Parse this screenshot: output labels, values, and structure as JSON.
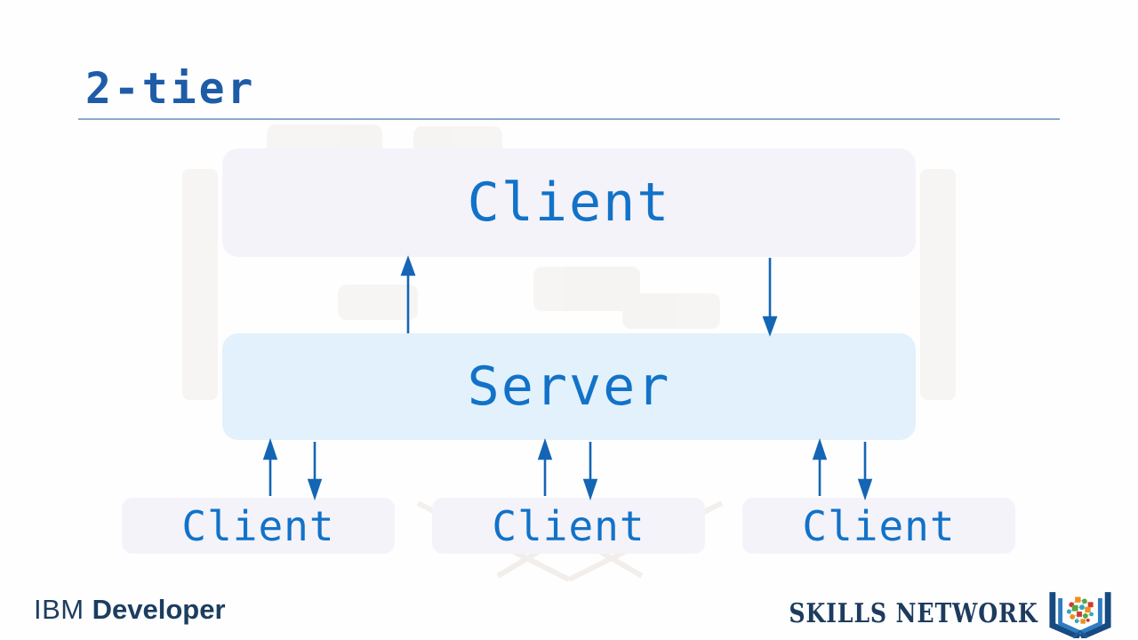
{
  "title": "2-tier",
  "diagram": {
    "top_client": {
      "label": "Client"
    },
    "server": {
      "label": "Server"
    },
    "clients": [
      {
        "label": "Client"
      },
      {
        "label": "Client"
      },
      {
        "label": "Client"
      }
    ],
    "arrows": [
      {
        "name": "client-to-server-up-arrow",
        "direction": "up",
        "between": [
          "Server",
          "Client (top)"
        ]
      },
      {
        "name": "client-to-server-down-arrow",
        "direction": "down",
        "between": [
          "Client (top)",
          "Server"
        ]
      },
      {
        "name": "server-client1-up-arrow",
        "direction": "up",
        "between": [
          "Client 1",
          "Server"
        ]
      },
      {
        "name": "server-client1-down-arrow",
        "direction": "down",
        "between": [
          "Server",
          "Client 1"
        ]
      },
      {
        "name": "server-client2-up-arrow",
        "direction": "up",
        "between": [
          "Client 2",
          "Server"
        ]
      },
      {
        "name": "server-client2-down-arrow",
        "direction": "down",
        "between": [
          "Server",
          "Client 2"
        ]
      },
      {
        "name": "server-client3-up-arrow",
        "direction": "up",
        "between": [
          "Client 3",
          "Server"
        ]
      },
      {
        "name": "server-client3-down-arrow",
        "direction": "down",
        "between": [
          "Server",
          "Client 3"
        ]
      }
    ],
    "colors": {
      "title_text": "#1e5ca8",
      "box_text": "#1272c8",
      "client_box_bg": "#f4f3fa",
      "server_box_bg": "#e2f1fb",
      "arrow": "#1565b5",
      "rule": "#8ea7cd",
      "footer_text": "#1c3d60"
    }
  },
  "footer": {
    "ibm_brand": "IBM",
    "ibm_product": "Developer",
    "skills_network_label": "SKILLS NETWORK",
    "logo_icon": "open-book-brain-network-icon"
  }
}
